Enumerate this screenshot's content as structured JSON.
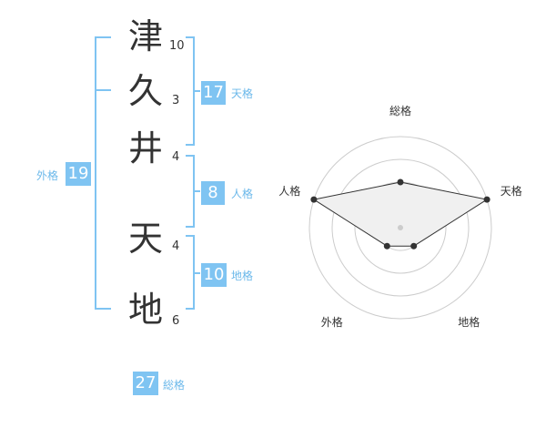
{
  "name": {
    "surname": [
      {
        "char": "津",
        "strokes": "10"
      },
      {
        "char": "久",
        "strokes": "3"
      },
      {
        "char": "井",
        "strokes": "4"
      }
    ],
    "given": [
      {
        "char": "天",
        "strokes": "4"
      },
      {
        "char": "地",
        "strokes": "6"
      }
    ]
  },
  "fortune": {
    "tenkaku": {
      "value": "17",
      "label": "天格"
    },
    "jinkaku": {
      "value": "8",
      "label": "人格"
    },
    "chikaku": {
      "value": "10",
      "label": "地格"
    },
    "gaikaku": {
      "value": "19",
      "label": "外格"
    },
    "soukaku": {
      "value": "27",
      "label": "総格"
    }
  },
  "colors": {
    "accent": "#7fc4f2",
    "accent_text": "#6bb8ea",
    "radar_fill": "#f0f0f0",
    "radar_line": "#333333",
    "grid": "#cccccc"
  },
  "chart_data": {
    "type": "radar",
    "axes": [
      "総格",
      "天格",
      "地格",
      "外格",
      "人格"
    ],
    "values": [
      0.5,
      1.0,
      0.25,
      0.25,
      1.0
    ],
    "range": [
      0,
      1
    ],
    "rings": 4
  }
}
